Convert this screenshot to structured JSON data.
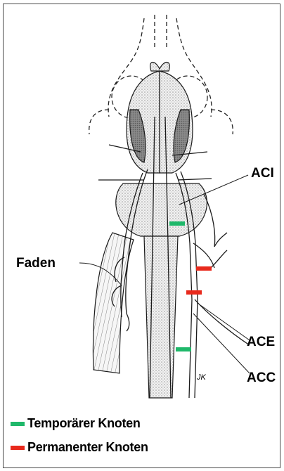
{
  "labels": {
    "aci": "ACI",
    "faden": "Faden",
    "ace": "ACE",
    "acc": "ACC",
    "signature": "JK"
  },
  "legend": [
    {
      "label": "Temporärer Knoten",
      "color": "#1fb86a"
    },
    {
      "label": "Permanenter Knoten",
      "color": "#e8291c"
    }
  ],
  "colors": {
    "temporary_knot": "#1fb86a",
    "permanent_knot": "#e8291c",
    "ink": "#1a1a1a",
    "stipple": "#b8b8b8",
    "dark_lobe": "#7a7a7a"
  }
}
